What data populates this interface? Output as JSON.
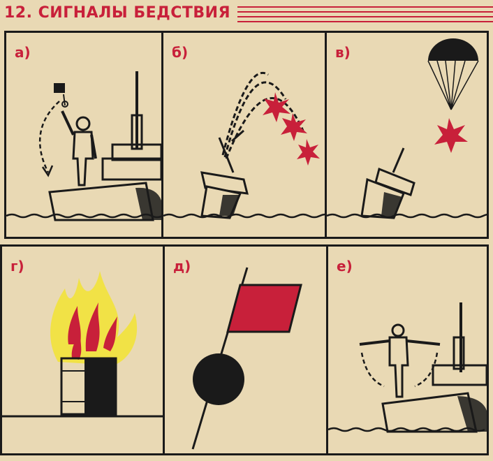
{
  "title": "12. СИГНАЛЫ БЕДСТВИЯ",
  "colors": {
    "accent": "#c8203a",
    "ink": "#1a1a1a",
    "paper": "#e9d9b4",
    "flame": "#f2e23a"
  },
  "panels": [
    {
      "label": "а)"
    },
    {
      "label": "б)"
    },
    {
      "label": "в)"
    },
    {
      "label": "г)"
    },
    {
      "label": "д)"
    },
    {
      "label": "е)"
    }
  ]
}
